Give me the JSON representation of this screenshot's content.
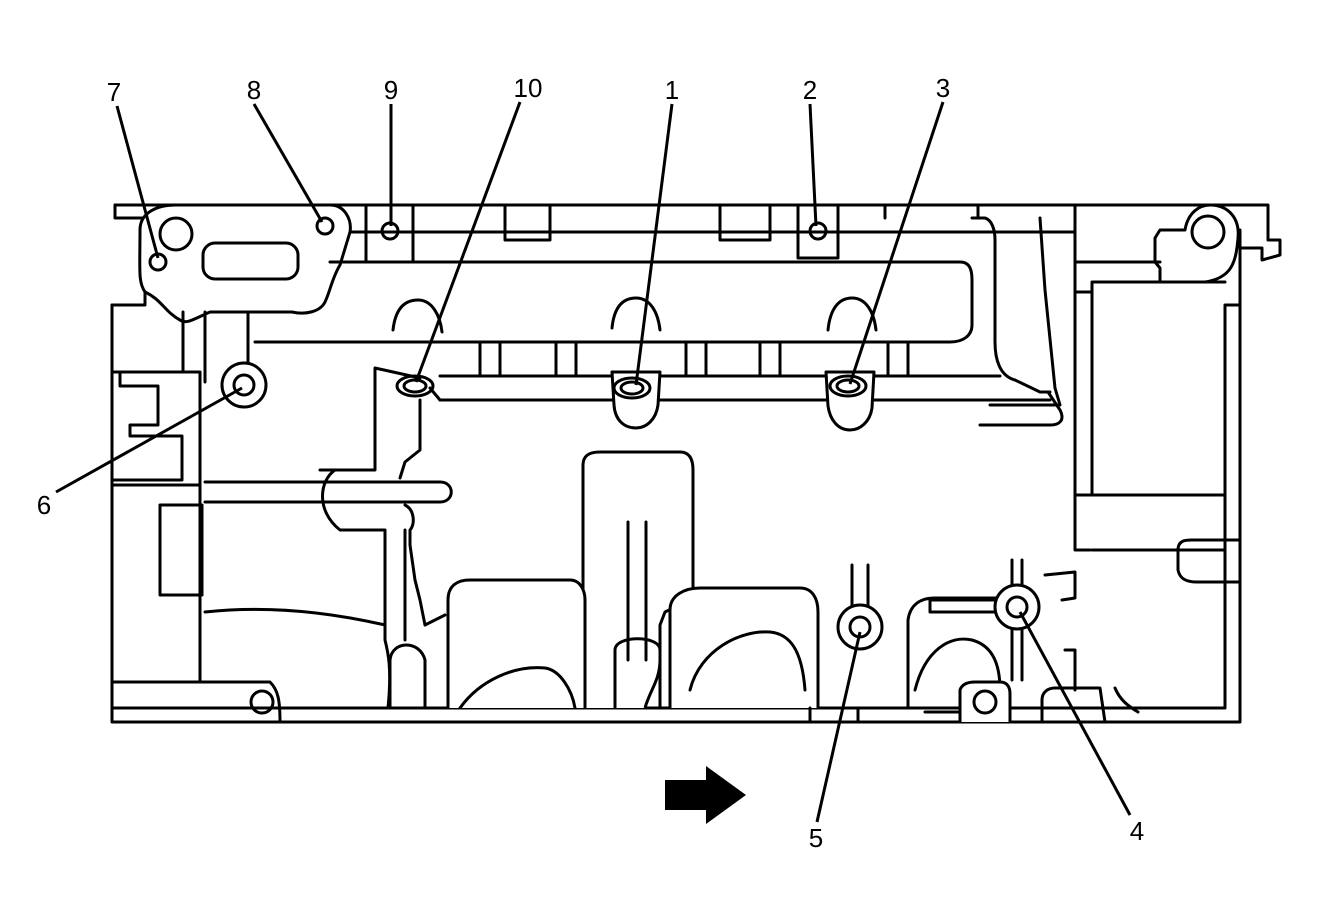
{
  "callouts": [
    {
      "id": "1",
      "label": "1"
    },
    {
      "id": "2",
      "label": "2"
    },
    {
      "id": "3",
      "label": "3"
    },
    {
      "id": "4",
      "label": "4"
    },
    {
      "id": "5",
      "label": "5"
    },
    {
      "id": "6",
      "label": "6"
    },
    {
      "id": "7",
      "label": "7"
    },
    {
      "id": "8",
      "label": "8"
    },
    {
      "id": "9",
      "label": "9"
    },
    {
      "id": "10",
      "label": "10"
    }
  ],
  "direction_arrow": {
    "icon": "right-arrow-icon",
    "color": "#000000"
  }
}
